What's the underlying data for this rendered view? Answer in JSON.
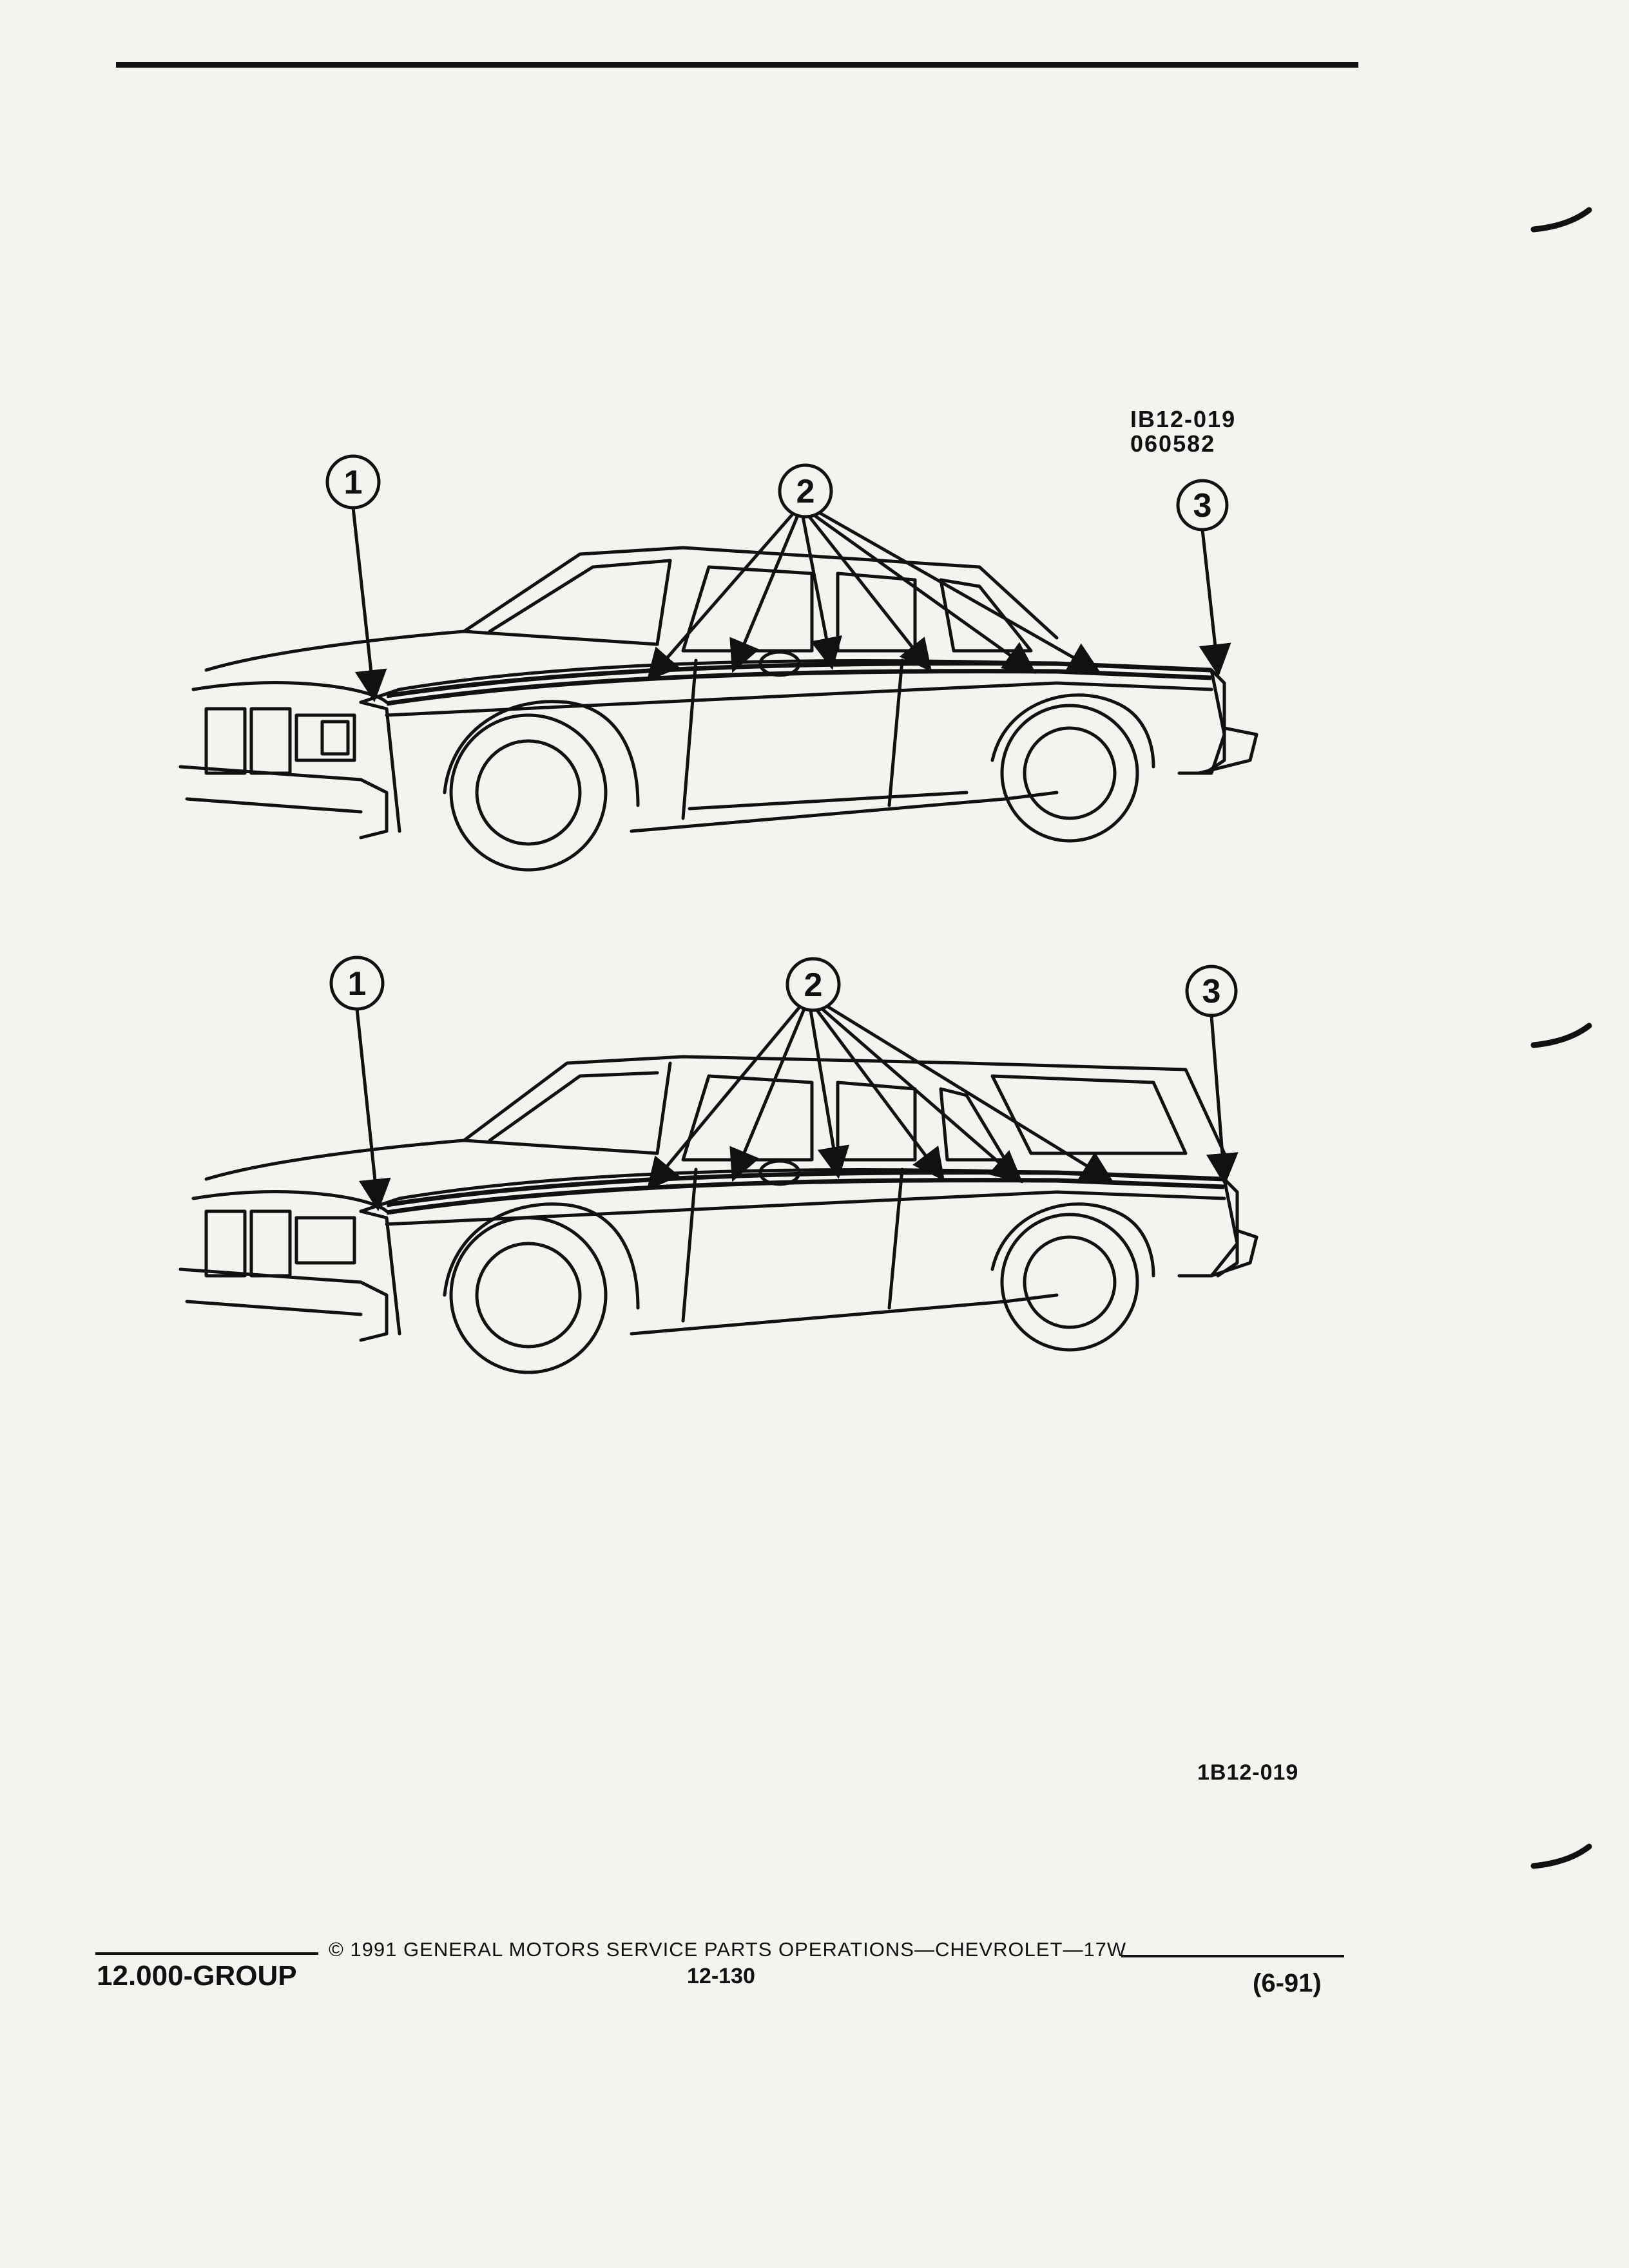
{
  "figure": {
    "code_top_line1": "IB12-019",
    "code_top_line2": "060582",
    "callouts": [
      "1",
      "2",
      "3"
    ],
    "code_bottom": "1B12-019"
  },
  "footer": {
    "group": "12.000-GROUP",
    "copyright": "© 1991  GENERAL MOTORS SERVICE PARTS OPERATIONS—CHEVROLET—17W",
    "page_number": "12-130",
    "revision_date": "(6-91)"
  }
}
